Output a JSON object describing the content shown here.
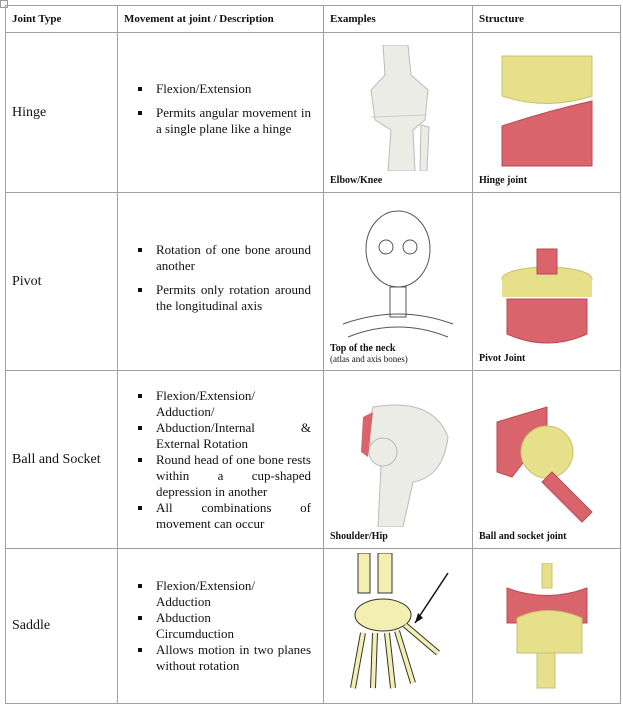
{
  "table": {
    "headers": [
      "Joint Type",
      "Movement at joint / Description",
      "Examples",
      "Structure"
    ],
    "rows": [
      {
        "type": "Hinge",
        "bullets": [
          "Flexion/Extension",
          "Permits angular movement in a single plane like a hinge"
        ],
        "example": "Elbow/Knee",
        "example_sub": "",
        "structure": "Hinge joint"
      },
      {
        "type": "Pivot",
        "bullets": [
          "Rotation of one bone around another",
          "Permits only rotation around the longitudinal axis"
        ],
        "example": "Top of the neck",
        "example_sub": "(atlas and axis bones)",
        "structure": "Pivot Joint"
      },
      {
        "type": "Ball and Socket",
        "bullets": [
          "Flexion/Extension/",
          "Adduction/",
          "Abduction/Internal & External Rotation",
          "Round head of one bone rests within a cup-shaped depression in another",
          "All combinations of movement can occur"
        ],
        "example": "Shoulder/Hip",
        "example_sub": "",
        "structure": "Ball and socket joint"
      },
      {
        "type": "Saddle",
        "bullets": [
          "Flexion/Extension/",
          "Adduction",
          "Abduction",
          "Circumduction",
          "Allows motion in two planes without rotation"
        ],
        "example": "",
        "example_sub": "",
        "structure": ""
      }
    ]
  },
  "colors": {
    "yellow": "#e6e08a",
    "red": "#d9646c",
    "bone": "#ecece6"
  }
}
